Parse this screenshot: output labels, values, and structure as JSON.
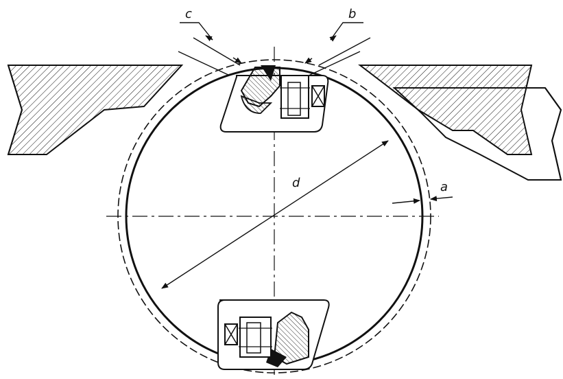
{
  "diagram": {
    "labels": {
      "c": "c",
      "b": "b",
      "d": "d",
      "a": "a"
    },
    "colors": {
      "ink": "#111111",
      "background": "#ffffff"
    }
  }
}
